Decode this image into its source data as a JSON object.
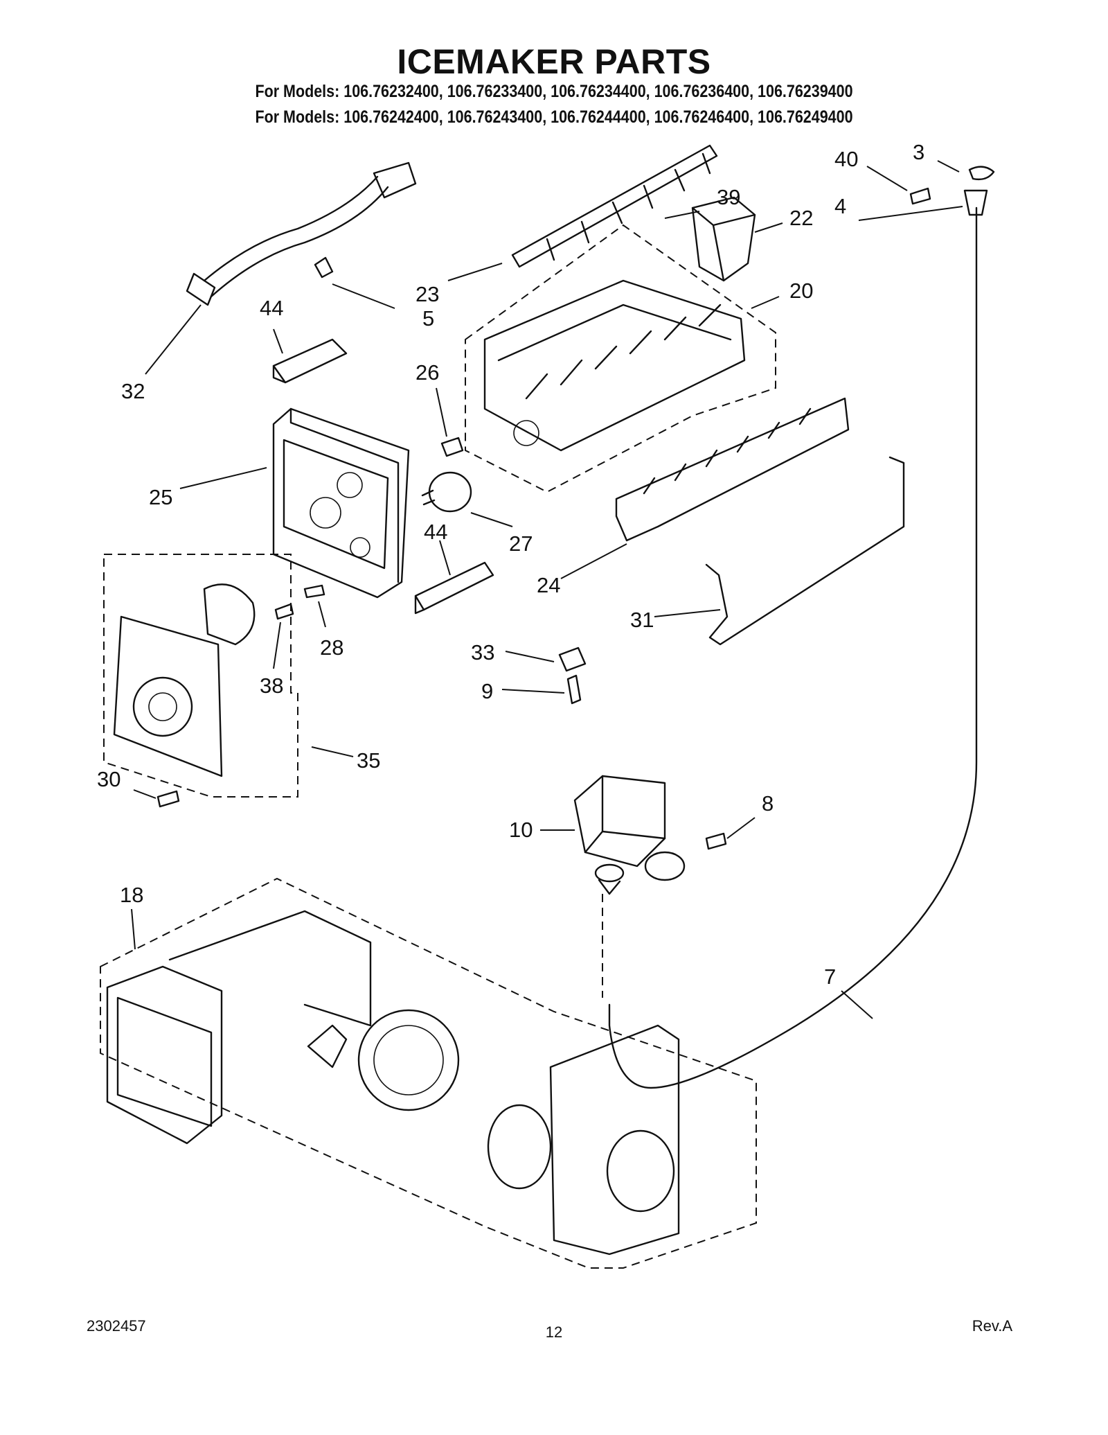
{
  "header": {
    "title": "ICEMAKER PARTS",
    "models_line_1": "For Models: 106.76232400, 106.76233400, 106.76234400, 106.76236400, 106.76239400",
    "models_line_2": "For Models: 106.76242400, 106.76243400, 106.76244400, 106.76246400, 106.76249400"
  },
  "callouts": {
    "p3": "3",
    "p40": "40",
    "p4": "4",
    "p39": "39",
    "p22": "22",
    "p20": "20",
    "p23": "23",
    "p5": "5",
    "p44a": "44",
    "p32": "32",
    "p26": "26",
    "p25": "25",
    "p27": "27",
    "p44b": "44",
    "p24": "24",
    "p28": "28",
    "p38": "38",
    "p31": "31",
    "p33": "33",
    "p9": "9",
    "p35": "35",
    "p30": "30",
    "p10": "10",
    "p8": "8",
    "p18": "18",
    "p7": "7"
  },
  "footer": {
    "doc_number": "2302457",
    "page_number": "12",
    "revision": "Rev.A"
  }
}
